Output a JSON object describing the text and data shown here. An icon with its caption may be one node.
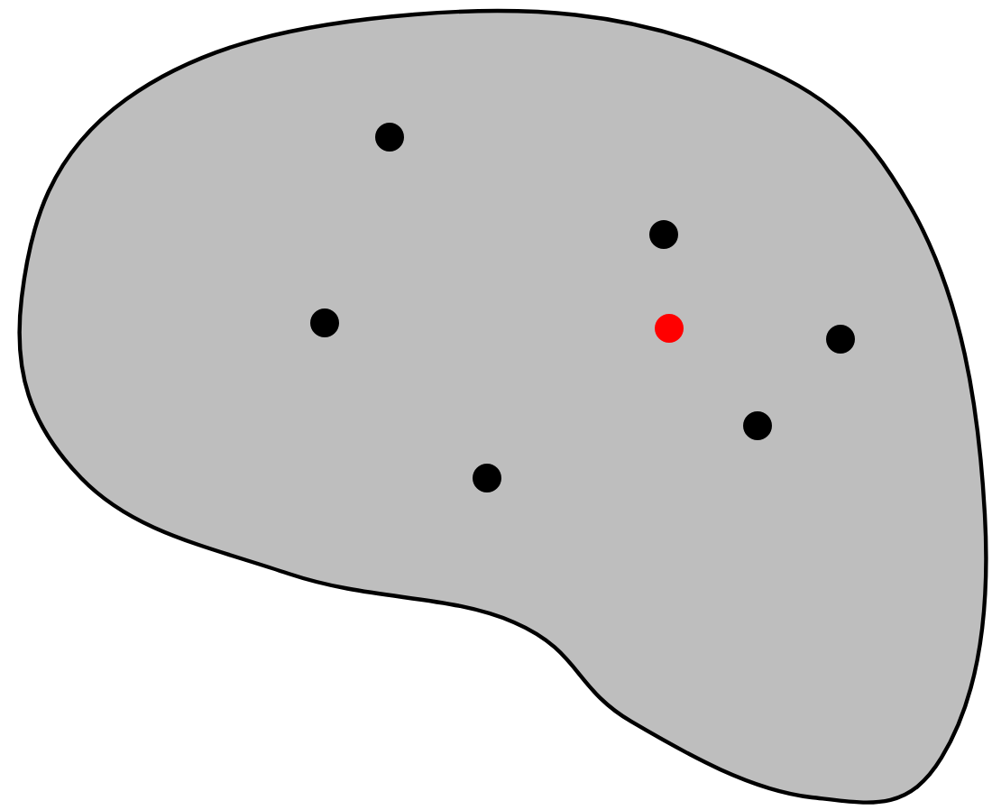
{
  "diagram": {
    "nodes": [
      {
        "text": [],
        "shape": "blob"
      },
      {
        "text": [],
        "shape": "circle",
        "in": 0
      },
      {
        "text": [],
        "shape": "circle",
        "in": 0
      },
      {
        "text": [],
        "shape": "circle",
        "in": 0
      },
      {
        "text": [],
        "shape": "circle",
        "in": 0
      },
      {
        "text": [],
        "shape": "circle",
        "in": 0
      },
      {
        "text": [],
        "shape": "circle",
        "in": 0
      },
      {
        "text": [],
        "shape": "circle",
        "in": 0
      }
    ]
  }
}
